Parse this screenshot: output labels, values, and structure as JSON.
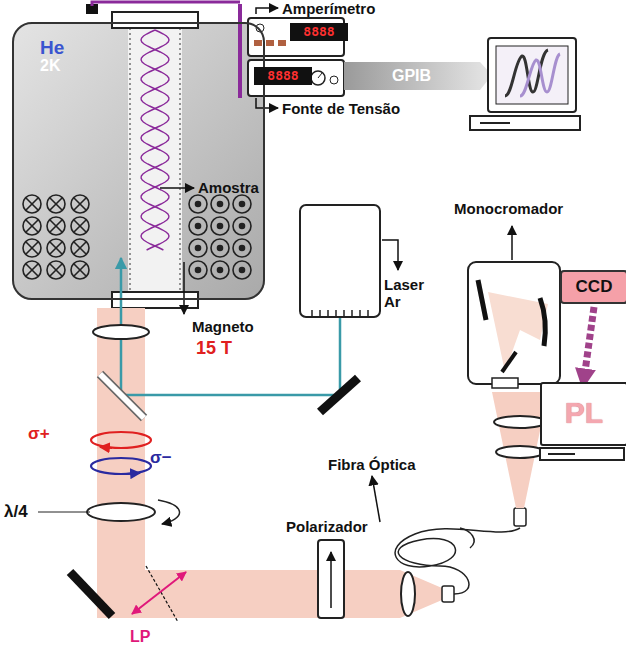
{
  "diagram": {
    "nodes": [
      {
        "text": [
          "He",
          "2K"
        ]
      },
      {
        "text": [
          "8888"
        ]
      },
      {
        "text": [
          "8888"
        ]
      },
      {
        "text": [
          "CCD"
        ]
      },
      {
        "text": [
          "PL"
        ]
      }
    ],
    "edges": [
      {
        "from": 3,
        "to": 4,
        "arrow": "to"
      }
    ],
    "labels": [
      "Amperímetro",
      "GPIB",
      "Fonte de Tensão",
      "Amostra",
      "Magneto",
      "15 T",
      "Laser Ar",
      "Monocromador",
      "Fibra Óptica",
      "Polarizador",
      "σ+",
      "σ−",
      "λ/4",
      "LP"
    ]
  }
}
